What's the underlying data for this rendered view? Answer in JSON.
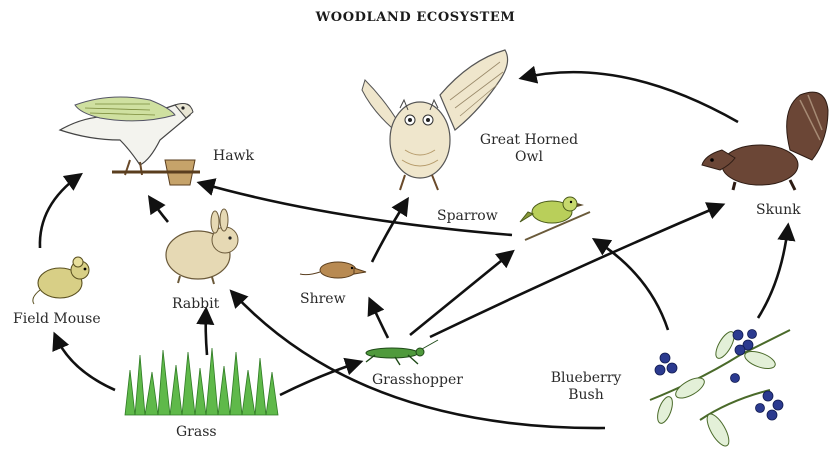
{
  "title": "WOODLAND ECOSYSTEM",
  "organisms": {
    "hawk": "Hawk",
    "owl_line1": "Great Horned",
    "owl_line2": "Owl",
    "skunk": "Skunk",
    "sparrow": "Sparrow",
    "rabbit": "Rabbit",
    "shrew": "Shrew",
    "field_mouse": "Field Mouse",
    "grass": "Grass",
    "grasshopper": "Grasshopper",
    "blueberry_line1": "Blueberry",
    "blueberry_line2": "Bush"
  },
  "colors": {
    "arrow": "#111111",
    "grass": "#5fb94a",
    "blueberry": "#2b3a8f",
    "leaf": "#e3f0d8",
    "skunk_fur": "#6b4636",
    "rabbit": "#e6d9b4",
    "owl": "#efe6cc",
    "hawk_wing": "#cfe0a0",
    "sparrow": "#b9cf5a",
    "mouse": "#d8cf86",
    "shrew": "#b88a52",
    "grasshopper": "#4f9a3c"
  }
}
